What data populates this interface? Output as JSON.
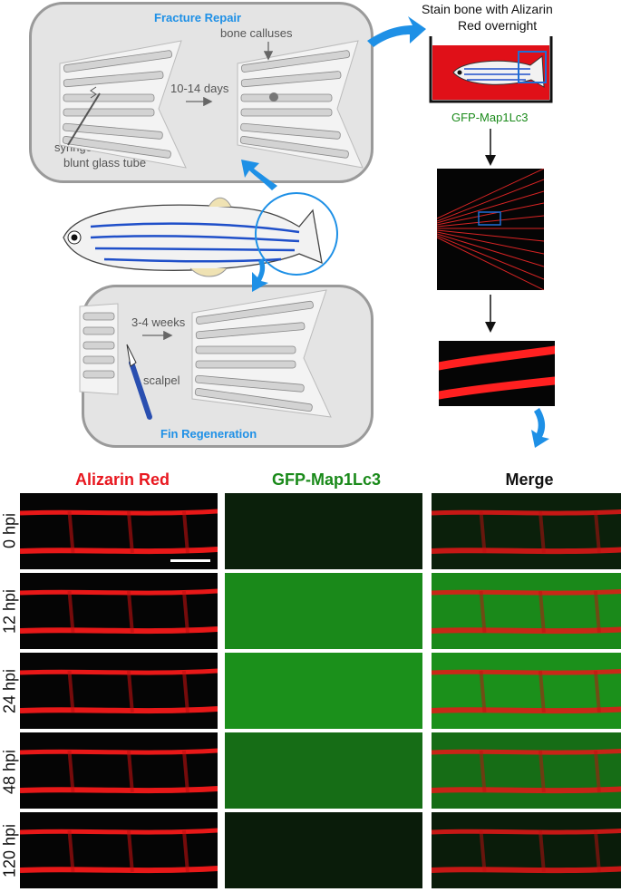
{
  "top": {
    "fracture_repair_title": "Fracture Repair",
    "bone_calluses_label": "bone calluses",
    "fracture_time_label": "10-14 days",
    "needle_label_line1": "syringe needle/",
    "needle_label_line2": "blunt glass tube",
    "fin_regeneration_title": "Fin Regeneration",
    "regen_time_label": "3-4 weeks",
    "scalpel_label": "scalpel",
    "stain_label_line1": "Stain bone with Alizarin",
    "stain_label_line2": "Red overnight",
    "reporter_label": "GFP-Map1Lc3"
  },
  "grid": {
    "col_headers": [
      {
        "label": "Alizarin Red",
        "color": "#e8171f"
      },
      {
        "label": "GFP-Map1Lc3",
        "color": "#1a8a1a"
      },
      {
        "label": "Merge",
        "color": "#111111"
      }
    ],
    "row_labels": [
      "0 hpi",
      "12 hpi",
      "24 hpi",
      "48 hpi",
      "120 hpi"
    ],
    "green_intensity": [
      0.05,
      0.8,
      0.85,
      0.6,
      0.02
    ]
  },
  "colors": {
    "accent_blue": "#1e90e6",
    "alizarin_red": "#e8171f",
    "gfp_green": "#1a8a1a"
  }
}
